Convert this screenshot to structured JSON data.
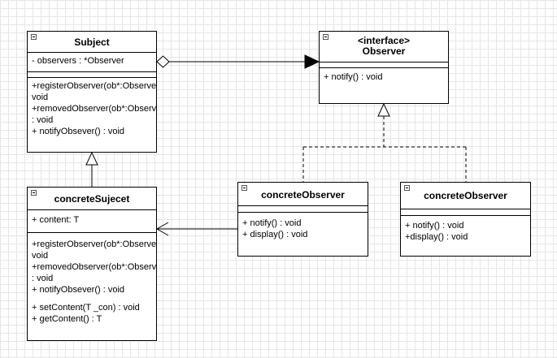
{
  "subject": {
    "name": "Subject",
    "attributes": [
      "- observers : *Observer"
    ],
    "operations": [
      "+registerObserver(ob*:Observer) :",
      "void",
      "+removedObserver(ob*:Observer)",
      ": void",
      "+ notifyObsever() : void"
    ]
  },
  "observer": {
    "stereotype": "<interface>",
    "name": "Observer",
    "operations": [
      "+ notify() : void"
    ]
  },
  "concrete_subject": {
    "name": "concreteSujecet",
    "attributes": [
      "+ content: T"
    ],
    "operations": [
      "+registerObserver(ob*:Observer) :",
      "void",
      "+removedObserver(ob*:Observer)",
      ": void",
      "+ notifyObsever() : void"
    ],
    "operations_extra": [
      "+ setContent(T _con) : void",
      "+ getContent() : T"
    ]
  },
  "concrete_observer_1": {
    "name": "concreteObserver",
    "operations": [
      "+ notify() : void",
      "+ display() : void"
    ]
  },
  "concrete_observer_2": {
    "name": "concreteObserver",
    "operations": [
      "+ notify() : void",
      "+display() : void"
    ]
  }
}
